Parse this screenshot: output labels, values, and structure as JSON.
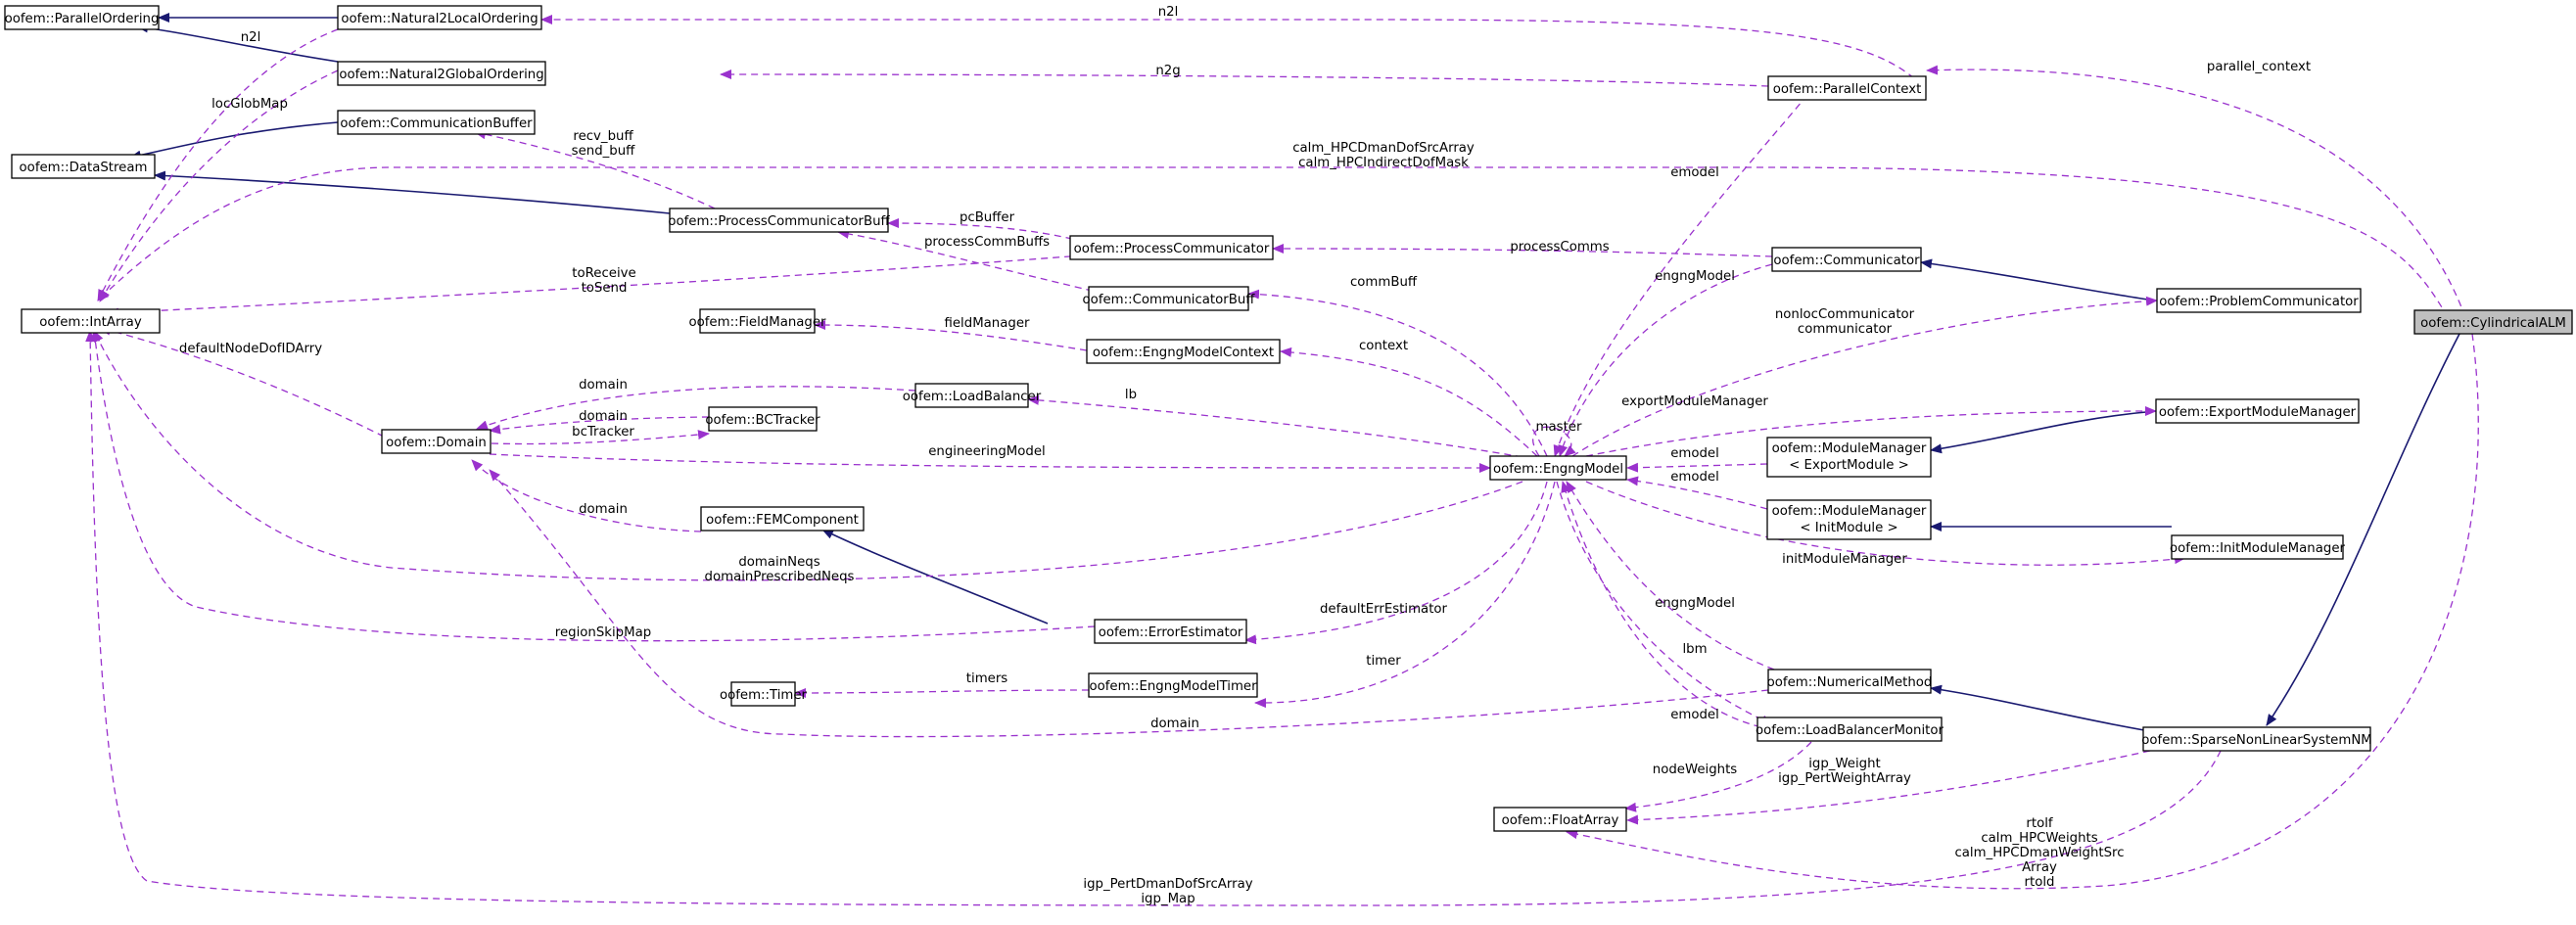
{
  "colors": {
    "use_edge": "#9a32cd",
    "inheritance_edge": "#191970",
    "highlight_fill": "#bfbfbf"
  },
  "nodes": {
    "ParallelOrdering": "oofem::ParallelOrdering",
    "Natural2LocalOrdering": "oofem::Natural2LocalOrdering",
    "Natural2GlobalOrdering": "oofem::Natural2GlobalOrdering",
    "CommunicationBuffer": "oofem::CommunicationBuffer",
    "DataStream": "oofem::DataStream",
    "ProcessCommunicatorBuff": "oofem::ProcessCommunicatorBuff",
    "ProcessCommunicator": "oofem::ProcessCommunicator",
    "CommunicatorBuff": "oofem::CommunicatorBuff",
    "IntArray": "oofem::IntArray",
    "FieldManager": "oofem::FieldManager",
    "EngngModelContext": "oofem::EngngModelContext",
    "LoadBalancer": "oofem::LoadBalancer",
    "BCTracker": "oofem::BCTracker",
    "Domain": "oofem::Domain",
    "FEMComponent": "oofem::FEMComponent",
    "ErrorEstimator": "oofem::ErrorEstimator",
    "Timer": "oofem::Timer",
    "EngngModelTimer": "oofem::EngngModelTimer",
    "ParallelContext": "oofem::ParallelContext",
    "Communicator": "oofem::Communicator",
    "EngngModel": "oofem::EngngModel",
    "ModuleManagerExport_1": "oofem::ModuleManager",
    "ModuleManagerExport_2": "< ExportModule >",
    "ModuleManagerInit_1": "oofem::ModuleManager",
    "ModuleManagerInit_2": "< InitModule >",
    "NumericalMethod": "oofem::NumericalMethod",
    "LoadBalancerMonitor": "oofem::LoadBalancerMonitor",
    "FloatArray": "oofem::FloatArray",
    "ProblemCommunicator": "oofem::ProblemCommunicator",
    "ExportModuleManager": "oofem::ExportModuleManager",
    "InitModuleManager": "oofem::InitModuleManager",
    "SparseNonLinearSystemNM": "oofem::SparseNonLinearSystemNM",
    "CylindricalALM": "oofem::CylindricalALM"
  },
  "edge_labels": {
    "n2l_top": "n2l",
    "n2l_left": "n2l",
    "n2g": "n2g",
    "parallel_context": "parallel_context",
    "locGlobMap": "locGlobMap",
    "recv_buff": "recv_buff",
    "send_buff": "send_buff",
    "calm_hpc_1": "calm_HPCDmanDofSrcArray",
    "calm_hpc_2": "calm_HPCIndirectDofMask",
    "emodel_parallel": "emodel",
    "pcBuffer": "pcBuffer",
    "processCommBuffs": "processCommBuffs",
    "processComms": "processComms",
    "toReceive": "toReceive",
    "toSend": "toSend",
    "engngModel_comm": "engngModel",
    "commBuff": "commBuff",
    "nonlocCommunicator": "nonlocCommunicator",
    "communicator": "communicator",
    "defaultNodeDofIDArry": "defaultNodeDofIDArry",
    "fieldManager": "fieldManager",
    "context": "context",
    "domain_lb": "domain",
    "domain_bct": "domain",
    "bcTracker": "bcTracker",
    "lb": "lb",
    "master": "master",
    "exportModuleManager": "exportModuleManager",
    "emodel_export": "emodel",
    "engineeringModel": "engineeringModel",
    "emodel_init": "emodel",
    "domain_fem": "domain",
    "domainNeqs": "domainNeqs",
    "domainPrescribedNeqs": "domainPrescribedNeqs",
    "initModuleManager": "initModuleManager",
    "regionSkipMap": "regionSkipMap",
    "defaultErrEstimator": "defaultErrEstimator",
    "engngModel_nm": "engngModel",
    "timers": "timers",
    "timer": "timer",
    "lbm": "lbm",
    "domain_nm": "domain",
    "emodel_lbm": "emodel",
    "nodeWeights": "nodeWeights",
    "igp_Weight": "igp_Weight",
    "igp_PertWeightArray": "igp_PertWeightArray",
    "rtolf": "rtolf",
    "calm_HPCWeights": "calm_HPCWeights",
    "calm_HPCDmanWeightSrc": "calm_HPCDmanWeightSrc",
    "Array": "Array",
    "rtold": "rtold",
    "igp_PertDmanDofSrcArray": "igp_PertDmanDofSrcArray",
    "igp_Map": "igp_Map"
  }
}
